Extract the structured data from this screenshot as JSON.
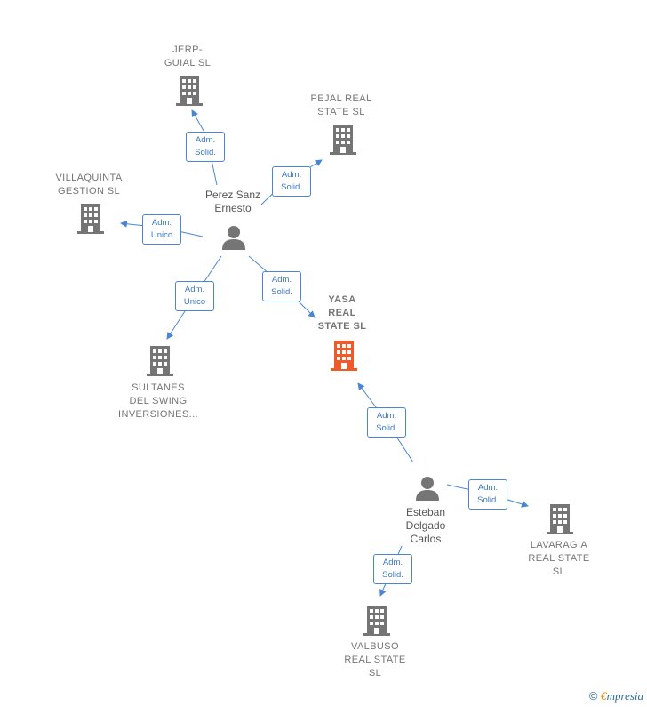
{
  "companies": {
    "jerp": "JERP-\nGUIAL  SL",
    "pejal": "PEJAL REAL\nSTATE  SL",
    "villaquinta": "VILLAQUINTA\nGESTION  SL",
    "yasa": "YASA\nREAL\nSTATE  SL",
    "sultanes": "SULTANES\nDEL SWING\nINVERSIONES...",
    "lavaragia": "LAVARAGIA\nREAL STATE\nSL",
    "valbuso": "VALBUSO\nREAL STATE\nSL"
  },
  "persons": {
    "perez": "Perez Sanz\nErnesto",
    "esteban": "Esteban\nDelgado\nCarlos"
  },
  "edges": {
    "perez_jerp": "Adm.\nSolid.",
    "perez_pejal": "Adm.\nSolid.",
    "perez_villaquinta": "Adm.\nUnico",
    "perez_sultanes": "Adm.\nUnico",
    "perez_yasa": "Adm.\nSolid.",
    "esteban_yasa": "Adm.\nSolid.",
    "esteban_lavaragia": "Adm.\nSolid.",
    "esteban_valbuso": "Adm.\nSolid."
  },
  "colors": {
    "edge": "#4a86d4",
    "building": "#757575",
    "focus_building": "#f05a28",
    "person": "#757575"
  },
  "icons": {
    "building": "building-icon",
    "person": "person-icon",
    "copyright": "copyright-icon"
  },
  "footer": {
    "copyright": "©",
    "brand_e": "€",
    "brand_rest": "mpresia"
  }
}
